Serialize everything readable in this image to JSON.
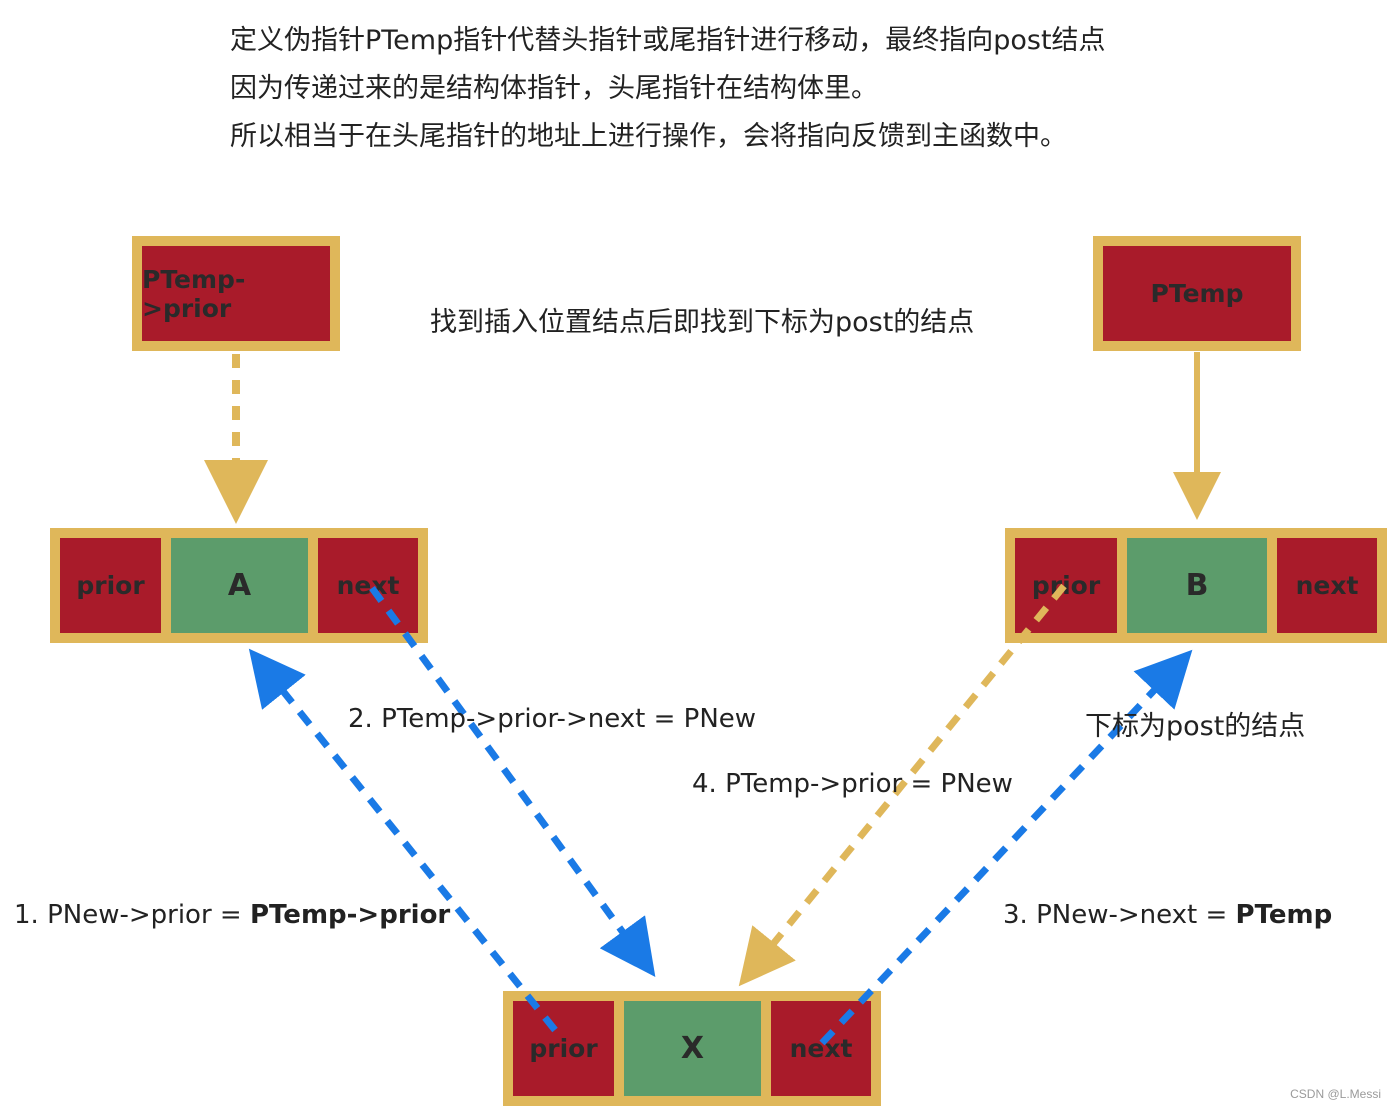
{
  "intro": [
    "定义伪指针PTemp指针代替头指针或尾指针进行移动，最终指向post结点",
    "因为传递过来的是结构体指针，头尾指针在结构体里。",
    "所以相当于在头尾指针的地址上进行操作，会将指向反馈到主函数中。"
  ],
  "pointers": {
    "left": "PTemp->prior",
    "right": "PTemp"
  },
  "caption_middle": "找到插入位置结点后即找到下标为post的结点",
  "nodes": {
    "A": {
      "prior": "prior",
      "data": "A",
      "next": "next"
    },
    "B": {
      "prior": "prior",
      "data": "B",
      "next": "next"
    },
    "X": {
      "prior": "prior",
      "data": "X",
      "next": "next"
    }
  },
  "steps": {
    "step1_prefix": "1. PNew->prior = ",
    "step1_bold": "PTemp->prior",
    "step2": "2. PTemp->prior->next = PNew",
    "step3_prefix": "3. PNew->next = ",
    "step3_bold": "PTemp",
    "step4": "4. PTemp->prior = PNew"
  },
  "label_post_node": "下标为post的结点",
  "watermark": "CSDN @L.Messi",
  "colors": {
    "node_border": "#dfb75a",
    "pointer_fill": "#a91b2a",
    "data_fill": "#5c9c6b",
    "blue_arrow": "#1a7ae6",
    "gold_arrow": "#dfb75a"
  }
}
